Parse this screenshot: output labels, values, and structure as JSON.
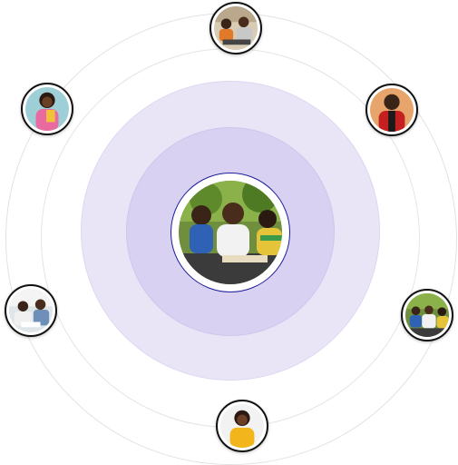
{
  "orbit": {
    "center_photo": "group-of-students-studying-outdoors",
    "avatars": [
      {
        "id": "top",
        "photo": "students-at-desk-with-laptop"
      },
      {
        "id": "top-left",
        "photo": "student-holding-books"
      },
      {
        "id": "top-right",
        "photo": "man-in-red-shirt"
      },
      {
        "id": "left",
        "photo": "two-people-reading-documents"
      },
      {
        "id": "right",
        "photo": "students-group-outdoors"
      },
      {
        "id": "bottom",
        "photo": "woman-in-yellow-shirt"
      }
    ]
  },
  "colors": {
    "lavender_outer": "#e9e5f7",
    "lavender_inner": "#d8d1f1",
    "center_ring": "#1d1d9a",
    "guide_ring": "#e2e2e2"
  }
}
